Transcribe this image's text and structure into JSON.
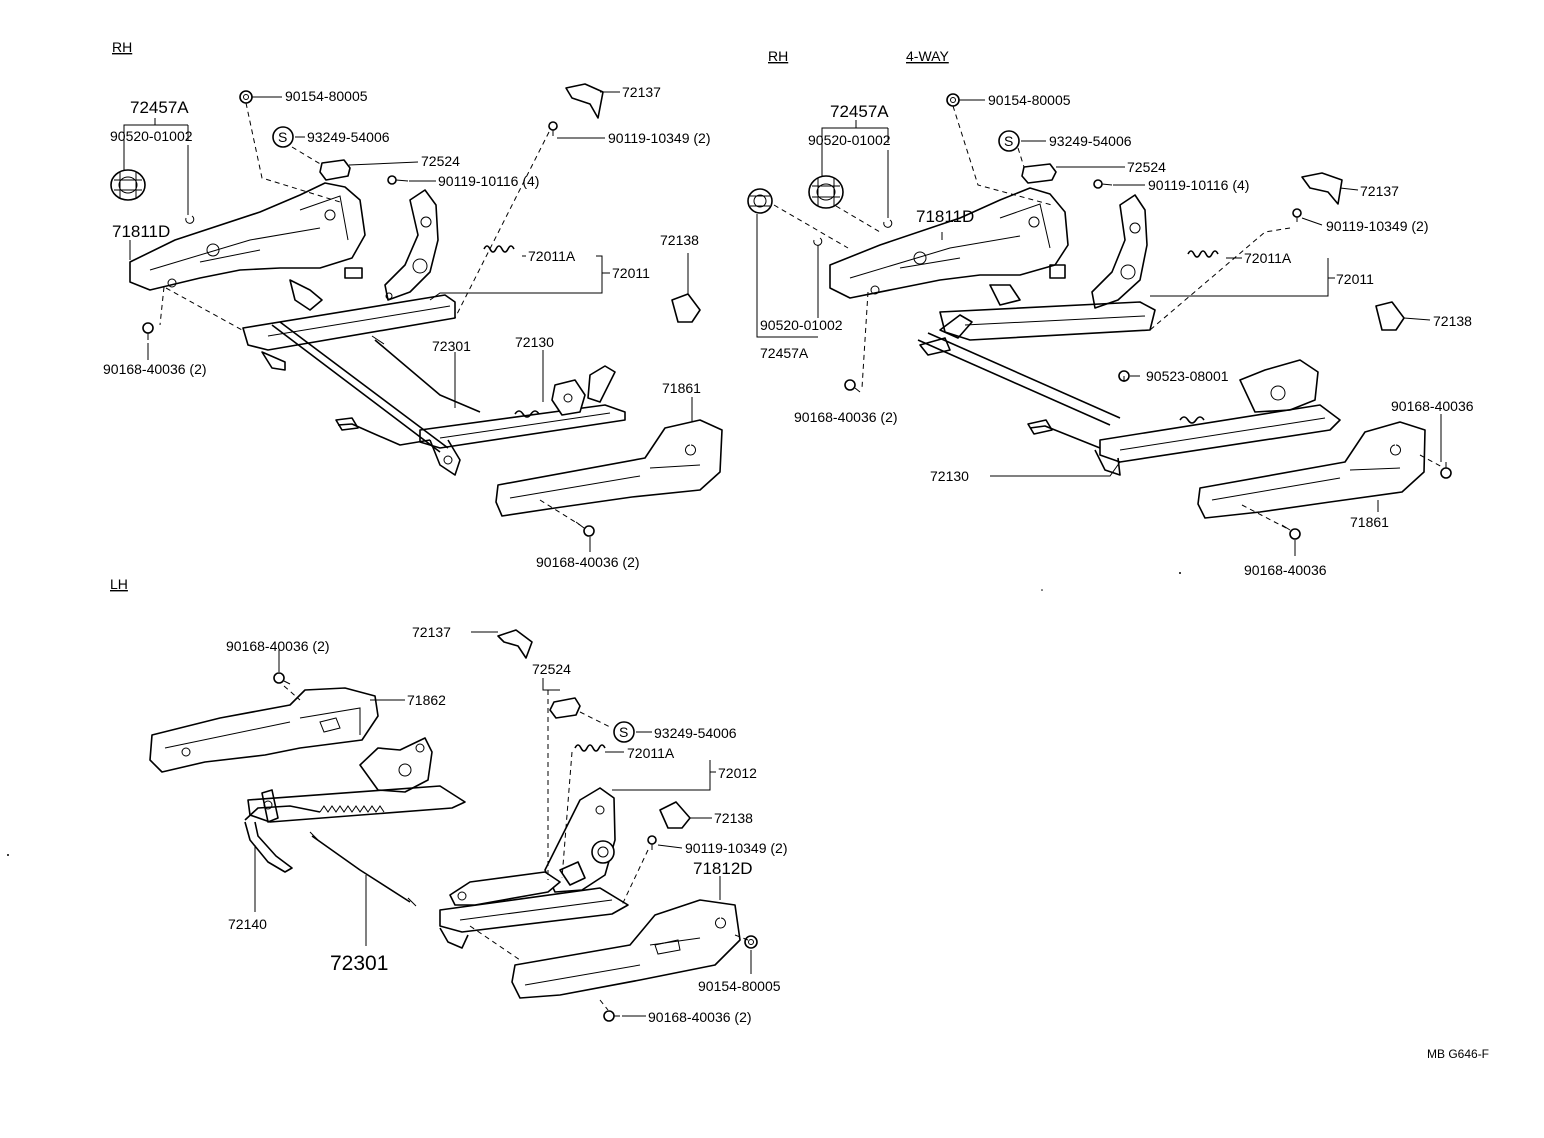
{
  "sections": {
    "rh_left": "RH",
    "rh_right": "RH",
    "four_way": "4-WAY",
    "lh": "LH"
  },
  "rh_left": {
    "p72457A": "72457A",
    "p90520": "90520-01002",
    "p71811D": "71811D",
    "p90168a": "90168-40036 (2)",
    "p90154": "90154-80005",
    "p93249": "93249-54006",
    "p72524": "72524",
    "p90119_10116": "90119-10116 (4)",
    "p72137": "72137",
    "p90119_10349": "90119-10349 (2)",
    "p72011A": "72011A",
    "p72011": "72011",
    "p72138": "72138",
    "p72301": "72301",
    "p72130": "72130",
    "p71861": "71861",
    "p90168b": "90168-40036 (2)"
  },
  "rh_right": {
    "p72457A_top": "72457A",
    "p90520_top": "90520-01002",
    "p90154": "90154-80005",
    "p93249": "93249-54006",
    "p72524": "72524",
    "p90119_10116": "90119-10116 (4)",
    "p72137": "72137",
    "p90119_10349": "90119-10349 (2)",
    "p71811D": "71811D",
    "p72011A": "72011A",
    "p72011": "72011",
    "p72138": "72138",
    "p90520_bot": "90520-01002",
    "p72457A_bot": "72457A",
    "p90523": "90523-08001",
    "p90168a": "90168-40036 (2)",
    "p90168_right": "90168-40036",
    "p72130": "72130",
    "p71861": "71861",
    "p90168_bot": "90168-40036"
  },
  "lh": {
    "p72137": "72137",
    "p90168a": "90168-40036 (2)",
    "p71862": "71862",
    "p72524": "72524",
    "p93249": "93249-54006",
    "p72011A": "72011A",
    "p72012": "72012",
    "p72138": "72138",
    "p90119_10349": "90119-10349 (2)",
    "p71812D": "71812D",
    "p72140": "72140",
    "p72301": "72301",
    "p90154": "90154-80005",
    "p90168b": "90168-40036 (2)"
  },
  "symbol_s": "S",
  "figure_code": "MB G646-F"
}
